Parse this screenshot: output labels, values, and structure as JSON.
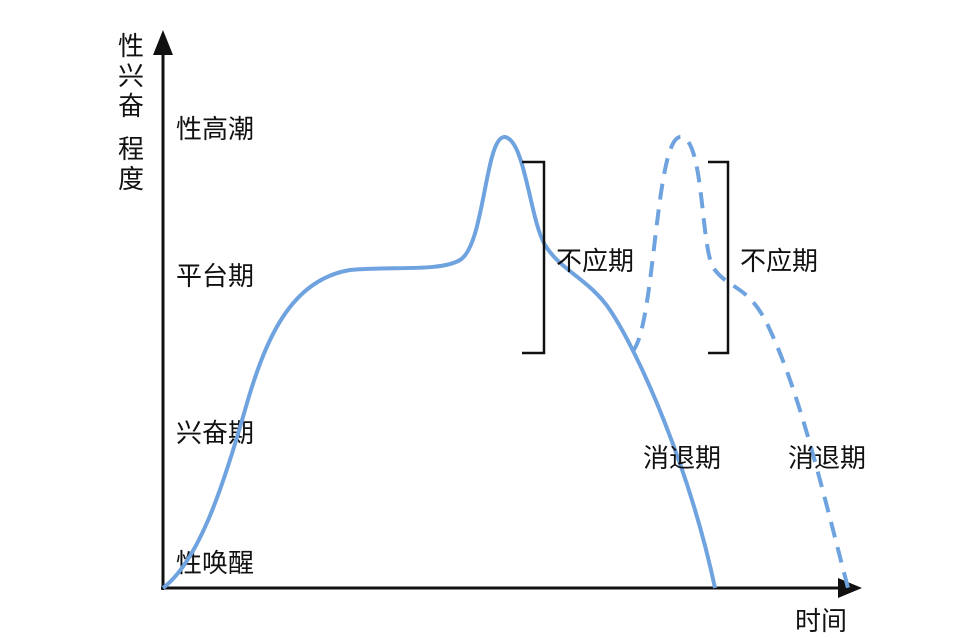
{
  "diagram": {
    "y_axis_label": [
      "性",
      "兴",
      "奋",
      "程",
      "度"
    ],
    "x_axis_label": "时间",
    "y_levels": [
      "性高潮",
      "平台期",
      "兴奋期",
      "性唤醒"
    ],
    "annotations": {
      "refractory_1": "不应期",
      "refractory_2": "不应期",
      "resolution_1": "消退期",
      "resolution_2": "消退期"
    },
    "colors": {
      "curve": "#6fa3df",
      "axis": "#111111"
    }
  }
}
